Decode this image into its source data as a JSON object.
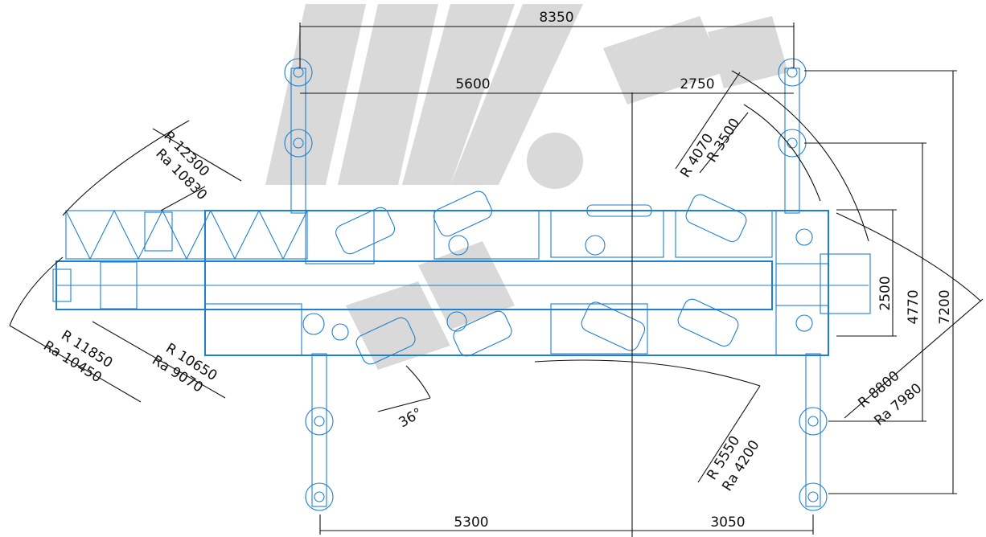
{
  "watermark": {
    "color": "#d9d9d9"
  },
  "colors": {
    "drawing": "#1f7fd0",
    "dimension": "#111111",
    "background": "#ffffff"
  },
  "dimensions": {
    "top_overall": "8350",
    "top_left": "5600",
    "top_right": "2750",
    "bottom_left": "5300",
    "bottom_right": "3050",
    "height_inner": "2500",
    "height_mid": "4770",
    "height_outer": "7200"
  },
  "radii": {
    "r_12300": "R 12300",
    "ra_10830": "Ra 10830",
    "r_11850": "R 11850",
    "ra_10450": "Ra 10450",
    "r_10650": "R 10650",
    "ra_9070": "Ra 9070",
    "r_4070": "R 4070",
    "r_3500": "R 3500",
    "r_8800": "R 8800",
    "ra_7980": "Ra 7980",
    "r_5550": "R 5550",
    "ra_4200": "Ra 4200"
  },
  "angle": "36°"
}
